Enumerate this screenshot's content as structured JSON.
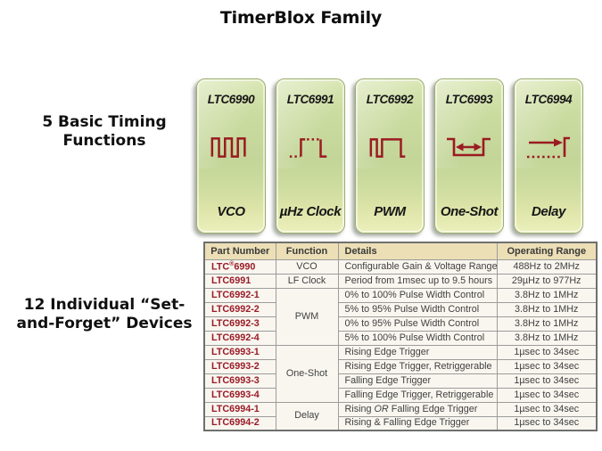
{
  "title": "TimerBlox Family",
  "left_labels": {
    "timing": "5 Basic Timing Functions",
    "devices": "12 Individual “Set-and-Forget” Devices"
  },
  "cards": [
    {
      "part": "LTC6990",
      "function": "VCO",
      "icon": "square-wave"
    },
    {
      "part": "LTC6991",
      "function": "µHz Clock",
      "icon": "dotted-pulse"
    },
    {
      "part": "LTC6992",
      "function": "PWM",
      "icon": "pwm-wave"
    },
    {
      "part": "LTC6993",
      "function": "One-Shot",
      "icon": "one-shot-pulse"
    },
    {
      "part": "LTC6994",
      "function": "Delay",
      "icon": "delay-edge"
    }
  ],
  "table": {
    "headers": [
      "Part Number",
      "Function",
      "Details",
      "Operating Range"
    ],
    "groups": [
      {
        "function": "VCO",
        "rows": [
          {
            "part": "LTC®6990",
            "details": "Configurable Gain & Voltage Range",
            "range": "488Hz to 2MHz"
          }
        ]
      },
      {
        "function": "LF Clock",
        "rows": [
          {
            "part": "LTC6991",
            "details": "Period from 1msec up to 9.5 hours",
            "range": "29µHz to 977Hz"
          }
        ]
      },
      {
        "function": "PWM",
        "rows": [
          {
            "part": "LTC6992-1",
            "details": "0% to 100% Pulse Width Control",
            "range": "3.8Hz to 1MHz"
          },
          {
            "part": "LTC6992-2",
            "details": "5% to 95% Pulse Width Control",
            "range": "3.8Hz to 1MHz"
          },
          {
            "part": "LTC6992-3",
            "details": "0% to 95% Pulse Width Control",
            "range": "3.8Hz to 1MHz"
          },
          {
            "part": "LTC6992-4",
            "details": "5% to 100% Pulse Width Control",
            "range": "3.8Hz to 1MHz"
          }
        ]
      },
      {
        "function": "One-Shot",
        "rows": [
          {
            "part": "LTC6993-1",
            "details": "Rising Edge Trigger",
            "range": "1µsec to 34sec"
          },
          {
            "part": "LTC6993-2",
            "details": "Rising Edge Trigger, Retriggerable",
            "range": "1µsec to 34sec"
          },
          {
            "part": "LTC6993-3",
            "details": "Falling Edge Trigger",
            "range": "1µsec to 34sec"
          },
          {
            "part": "LTC6993-4",
            "details": "Falling Edge Trigger, Retriggerable",
            "range": "1µsec to 34sec"
          }
        ]
      },
      {
        "function": "Delay",
        "rows": [
          {
            "part": "LTC6994-1",
            "details": "Rising OR Falling Edge Trigger",
            "details_em": "OR",
            "range": "1µsec to 34sec"
          },
          {
            "part": "LTC6994-2",
            "details": "Rising & Falling Edge Trigger",
            "range": "1µsec to 34sec"
          }
        ]
      }
    ]
  },
  "colors": {
    "accent_red": "#9a1b21",
    "part_number_red": "#9a1b28",
    "card_green_light": "#d8e6b3",
    "card_green": "#c3d598",
    "card_yellow": "#ecefbb",
    "card_border": "#9cae6c",
    "table_header_bg": "#ecdfb6",
    "table_row_bg": "#f8f6ef"
  }
}
